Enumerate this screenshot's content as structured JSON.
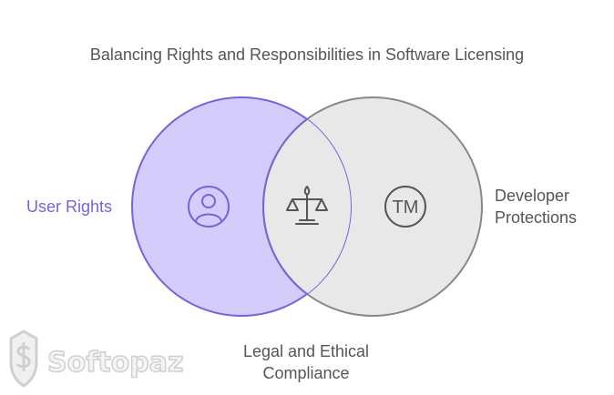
{
  "title": "Balancing Rights and Responsibilities in Software Licensing",
  "sets": {
    "user": {
      "label": "User Rights",
      "icon": "user-icon",
      "fill": "#d4ccfa",
      "stroke": "#7a62d8"
    },
    "developer": {
      "label_lines": [
        "Developer",
        "Protections"
      ],
      "icon": "trademark-icon",
      "icon_text": "TM",
      "fill": "#e8e8e8",
      "stroke": "#888888"
    },
    "intersection": {
      "label_lines": [
        "Legal and Ethical",
        "Compliance"
      ],
      "icon": "scales-icon",
      "fill": "#e8e8e8"
    }
  },
  "watermark": {
    "text": "Softopaz",
    "icon": "shield-dollar-icon"
  }
}
